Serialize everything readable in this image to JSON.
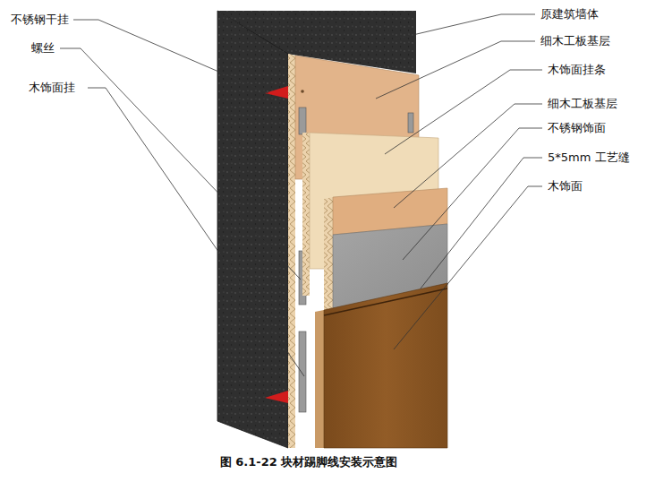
{
  "diagram": {
    "caption": "图 6.1-22 块材踢脚线安装示意图",
    "labels": [
      "不锈钢干挂",
      "螺丝",
      "木饰面挂",
      "原建筑墙体",
      "细木工板基层",
      "木饰面挂条",
      "细木工板基层",
      "不锈钢饰面",
      "5*5mm 工艺缝",
      "木饰面"
    ]
  }
}
